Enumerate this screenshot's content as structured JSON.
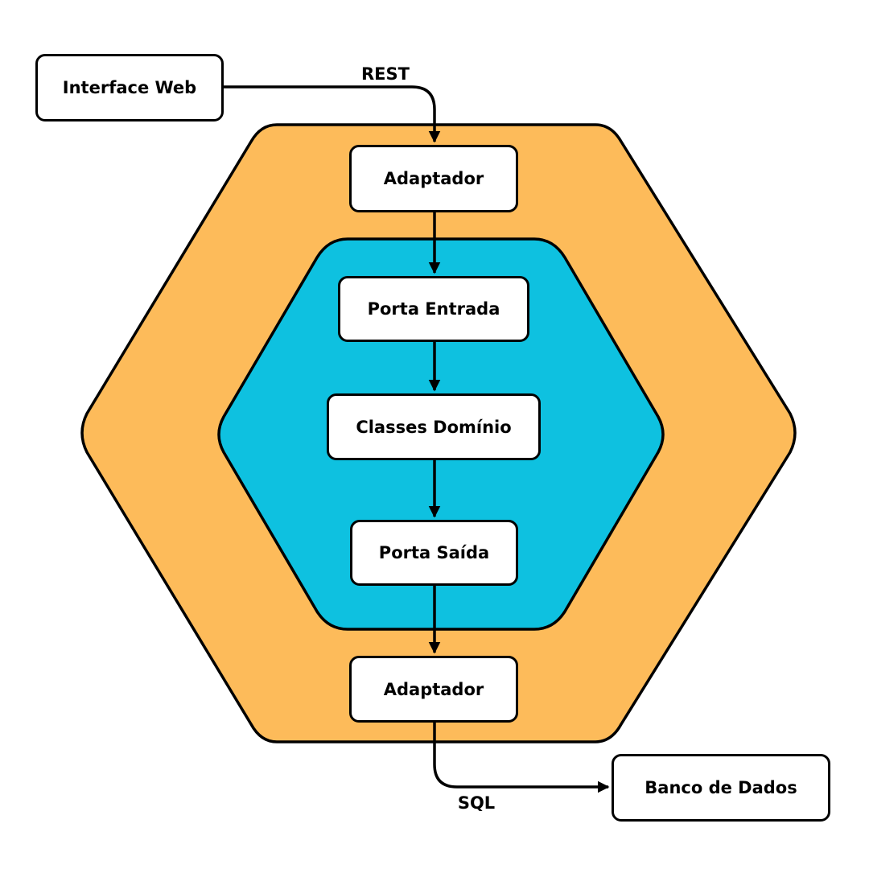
{
  "colors": {
    "outer_hexagon": "#FDBB5A",
    "inner_hexagon": "#0EC1E0",
    "stroke": "#000000",
    "node_fill": "#FFFFFF"
  },
  "nodes": {
    "interface_web": "Interface Web",
    "adaptador_in": "Adaptador",
    "porta_entrada": "Porta Entrada",
    "classes_dominio": "Classes Domínio",
    "porta_saida": "Porta Saída",
    "adaptador_out": "Adaptador",
    "banco_de_dados": "Banco de Dados"
  },
  "edges": {
    "rest_label": "REST",
    "sql_label": "SQL"
  }
}
